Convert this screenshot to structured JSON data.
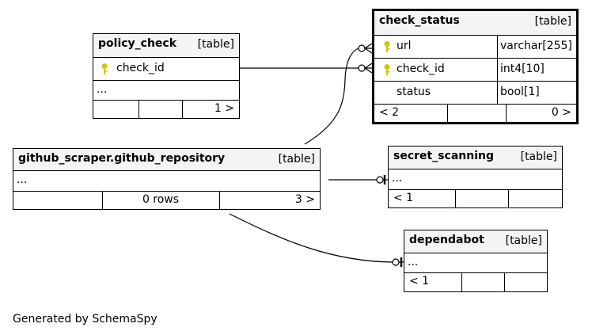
{
  "tables": {
    "check_status": {
      "name": "check_status",
      "type": "[table]",
      "columns": [
        {
          "name": "url",
          "datatype": "varchar[255]",
          "key": true
        },
        {
          "name": "check_id",
          "datatype": "int4[10]",
          "key": true
        },
        {
          "name": "status",
          "datatype": "bool[1]",
          "key": false
        }
      ],
      "footer": {
        "left": "< 2",
        "mid": "",
        "right": "0 >"
      }
    },
    "policy_check": {
      "name": "policy_check",
      "type": "[table]",
      "columns": [
        {
          "name": "check_id",
          "key": true
        }
      ],
      "ellipsis": "...",
      "footer": {
        "left": "",
        "mid": "",
        "right": "1 >"
      }
    },
    "github_repository": {
      "name": "github_scraper.github_repository",
      "type": "[table]",
      "ellipsis": "...",
      "footer": {
        "left": "",
        "mid": "0 rows",
        "right": "3 >"
      }
    },
    "secret_scanning": {
      "name": "secret_scanning",
      "type": "[table]",
      "ellipsis": "...",
      "footer": {
        "left": "< 1",
        "mid": "",
        "right": ""
      }
    },
    "dependabot": {
      "name": "dependabot",
      "type": "[table]",
      "ellipsis": "...",
      "footer": {
        "left": "< 1",
        "mid": "",
        "right": ""
      }
    }
  },
  "footer_note": "Generated by SchemaSpy",
  "colors": {
    "key_icon": "#d4c800",
    "header_bg": "#f4f4f4",
    "line": "#000000"
  }
}
